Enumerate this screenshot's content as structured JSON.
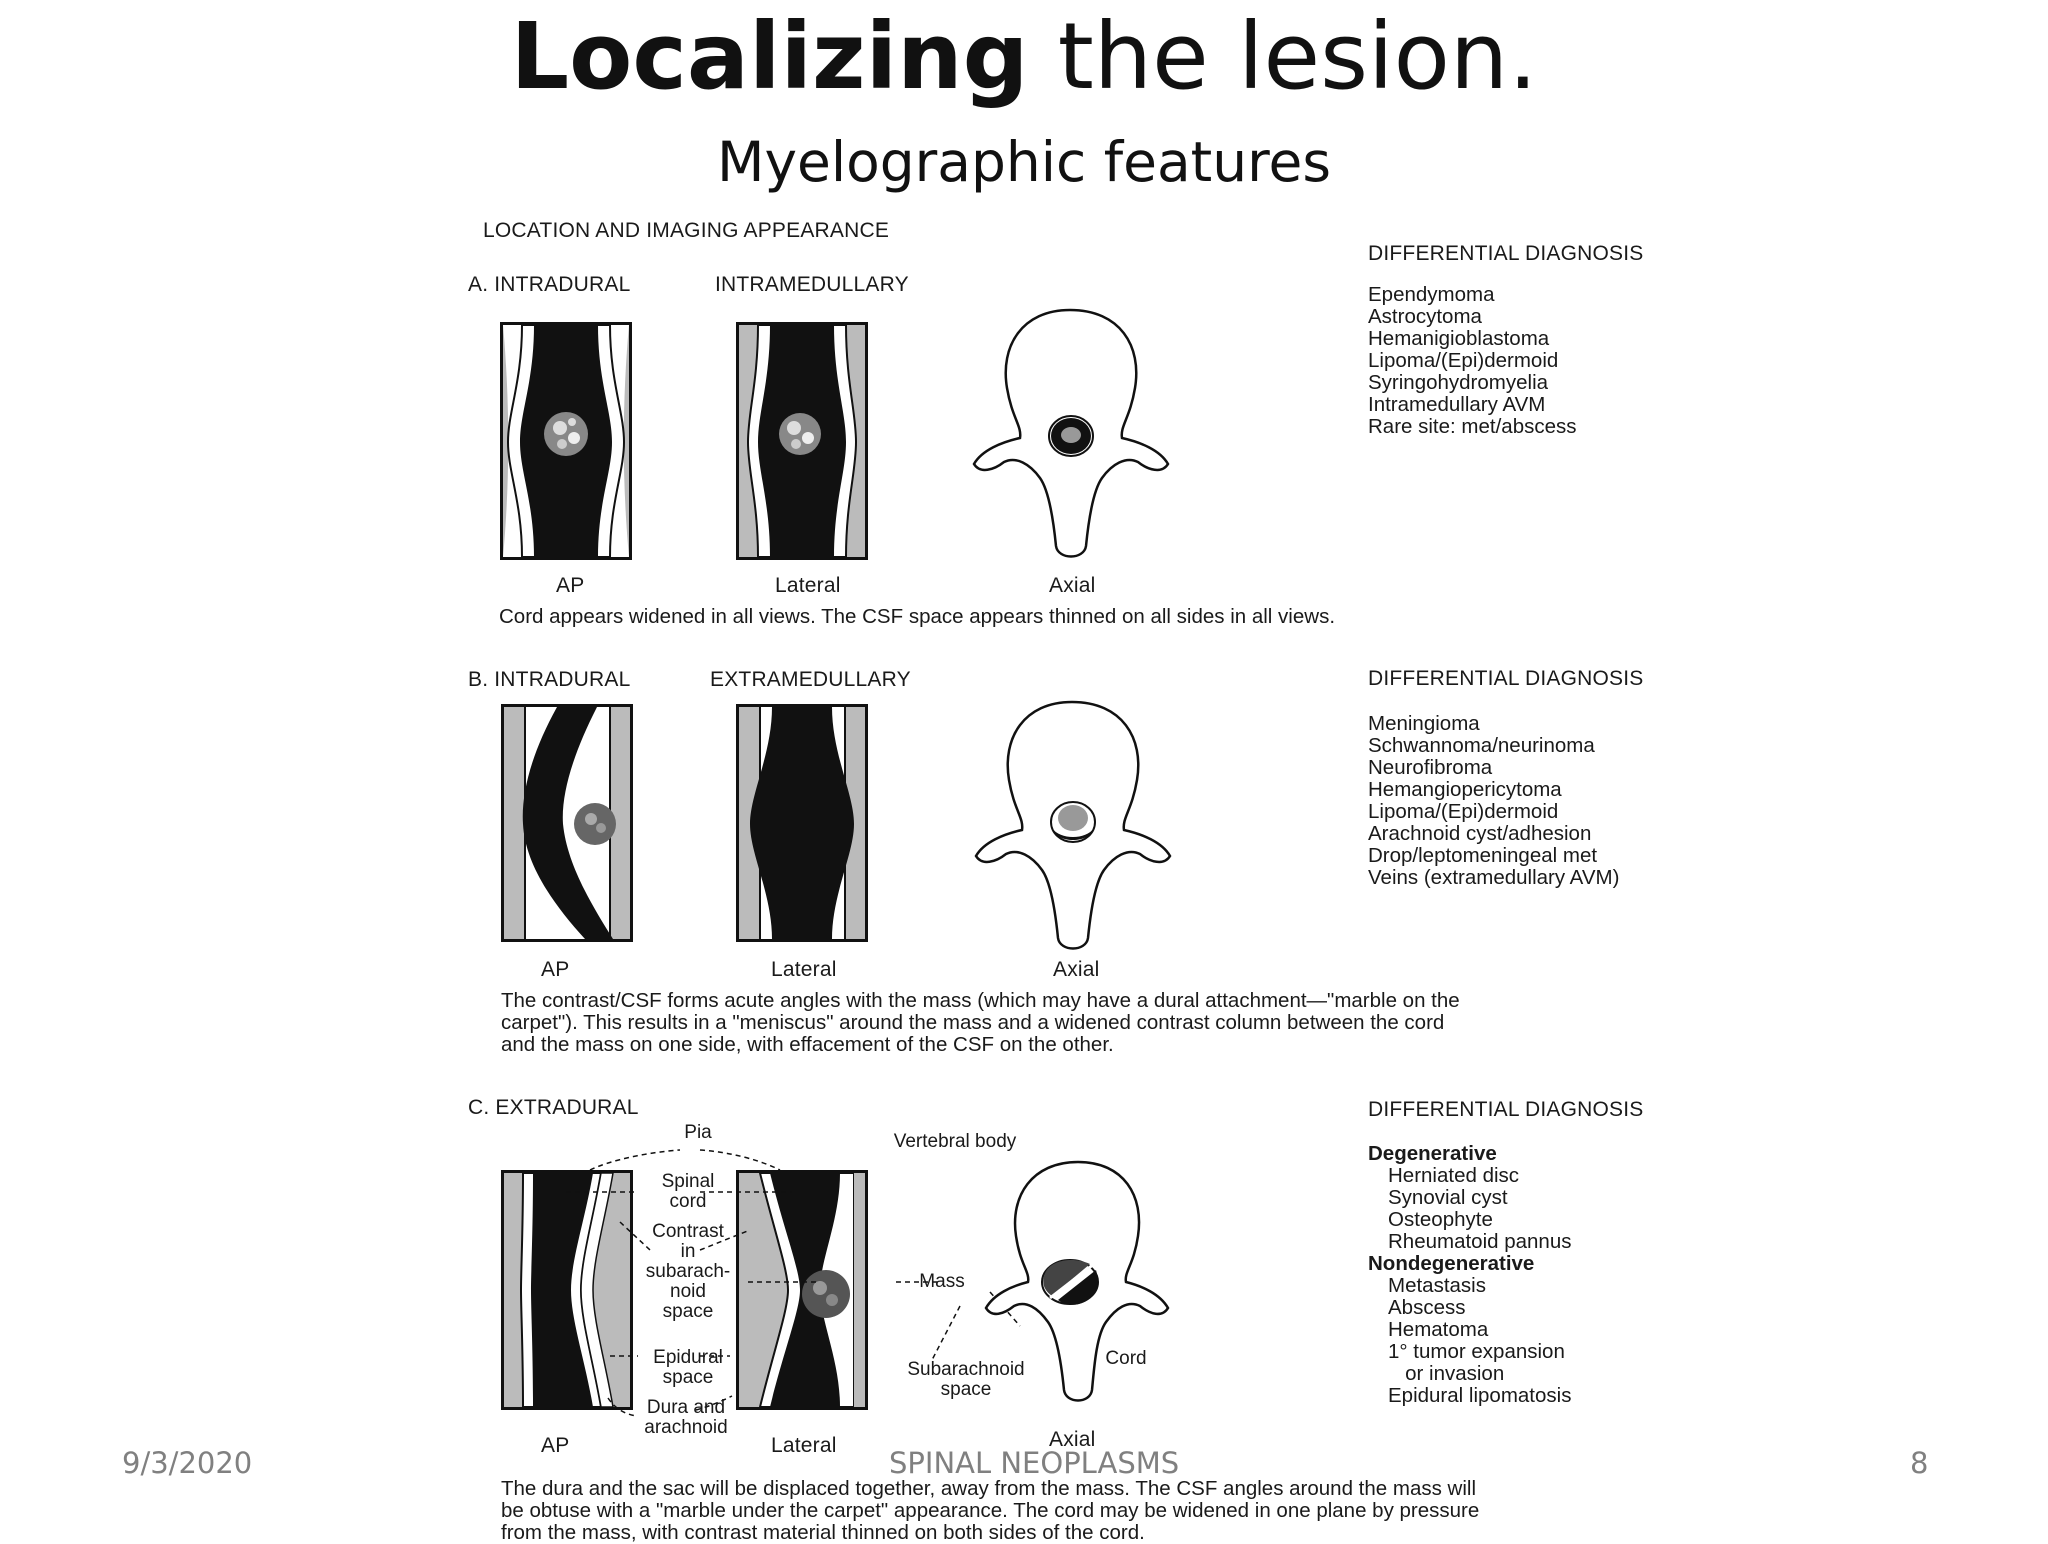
{
  "title": {
    "bold": "Localizing",
    "rest": " the lesion."
  },
  "subtitle": "Myelographic features",
  "header": "LOCATION AND  IMAGING APPEARANCE",
  "sections": {
    "a": {
      "label": "A. INTRADURAL",
      "sublabel": "INTRAMEDULLARY",
      "dd_title": "DIFFERENTIAL DIAGNOSIS",
      "dd": [
        "Ependymoma",
        "Astrocytoma",
        "Hemanigioblastoma",
        "Lipoma/(Epi)dermoid",
        "Syringohydromyelia",
        "Intramedullary AVM",
        "Rare site: met/abscess"
      ],
      "views": [
        "AP",
        "Lateral",
        "Axial"
      ],
      "caption": "Cord appears widened in all views. The CSF space appears thinned on all sides in all views."
    },
    "b": {
      "label": "B. INTRADURAL",
      "sublabel": "EXTRAMEDULLARY",
      "dd_title": "DIFFERENTIAL DIAGNOSIS",
      "dd": [
        "Meningioma",
        "Schwannoma/neurinoma",
        "Neurofibroma",
        "Hemangiopericytoma",
        "Lipoma/(Epi)dermoid",
        "Arachnoid cyst/adhesion",
        "Drop/leptomeningeal met",
        "Veins (extramedullary AVM)"
      ],
      "views": [
        "AP",
        "Lateral",
        "Axial"
      ],
      "caption_lines": [
        "The contrast/CSF forms acute angles with the mass (which may have a dural attachment—\"marble on the",
        "carpet\"). This results in a \"meniscus\" around the mass and a widened contrast column between the cord",
        "and the mass on one side, with effacement of the CSF on the other."
      ]
    },
    "c": {
      "label": "C. EXTRADURAL",
      "dd_title": "DIFFERENTIAL DIAGNOSIS",
      "dd_group1": "Degenerative",
      "dd1": [
        "Herniated disc",
        "Synovial cyst",
        "Osteophyte",
        "Rheumatoid pannus"
      ],
      "dd_group2": "Nondegenerative",
      "dd2": [
        "Metastasis",
        "Abscess",
        "Hematoma",
        "1° tumor expansion",
        "   or invasion",
        "Epidural lipomatosis"
      ],
      "labels": {
        "pia": "Pia",
        "spinal_cord": [
          "Spinal",
          "cord"
        ],
        "contrast": [
          "Contrast",
          "in",
          "subarach-",
          "noid",
          "space"
        ],
        "epidural": [
          "Epidural",
          "space"
        ],
        "dura": [
          "Dura and",
          "arachnoid"
        ],
        "vertebral_body": "Vertebral body",
        "mass": "Mass",
        "subarachnoid": [
          "Subarachnoid",
          "space"
        ],
        "cord": "Cord"
      },
      "views": [
        "AP",
        "Lateral",
        "Axial"
      ],
      "caption_lines": [
        "The dura and the sac will be displaced together, away from the mass. The CSF angles around the mass will",
        "be obtuse with a \"marble under the carpet\" appearance. The cord may be widened in one plane by pressure",
        "from the mass, with contrast material thinned on both sides of the cord."
      ]
    }
  },
  "footer": {
    "date": "9/3/2020",
    "center": "SPINAL NEOPLASMS",
    "page": "8"
  }
}
